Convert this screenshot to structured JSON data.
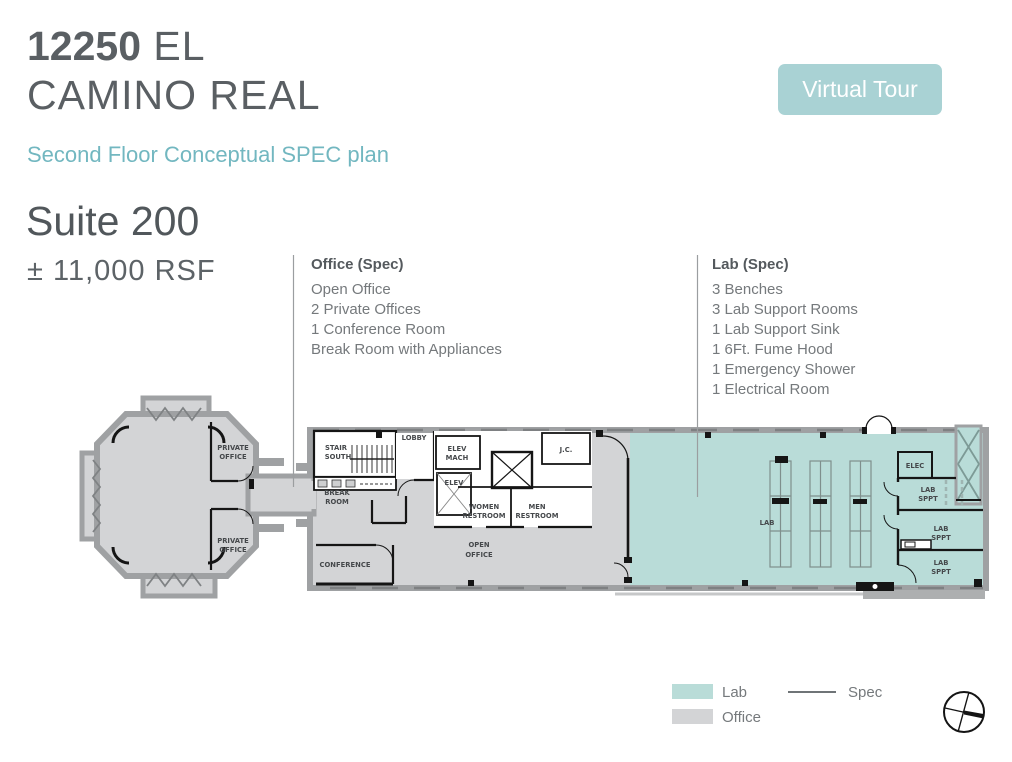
{
  "header": {
    "title_strong": "12250",
    "title_rest_line1": " EL",
    "title_line2": "CAMINO REAL",
    "subtitle": "Second Floor Conceptual SPEC plan",
    "virtual_tour_label": "Virtual Tour"
  },
  "suite": {
    "name": "Suite 200",
    "size": "± 11,000 RSF"
  },
  "office_spec": {
    "heading": "Office (Spec)",
    "items": [
      "Open Office",
      "2 Private Offices",
      "1 Conference Room",
      "Break Room with Appliances"
    ]
  },
  "lab_spec": {
    "heading": "Lab (Spec)",
    "items": [
      "3 Benches",
      "3 Lab Support Rooms",
      "1 Lab Support Sink",
      "1 6Ft. Fume Hood",
      "1 Emergency Shower",
      "1 Electrical Room"
    ]
  },
  "plan": {
    "labels": {
      "lobby": "LOBBY",
      "stair_l1": "STAIR",
      "stair_l2": "SOUTH",
      "break_l1": "BREAK",
      "break_l2": "ROOM",
      "conference": "CONFERENCE",
      "elev_mach_l1": "ELEV",
      "elev_mach_l2": "MACH",
      "elev": "ELEV",
      "jc": "J.C.",
      "women_l1": "WOMEN",
      "women_l2": "RESTROOM",
      "men_l1": "MEN",
      "men_l2": "RESTROOM",
      "open_l1": "OPEN",
      "open_l2": "OFFICE",
      "lab": "LAB",
      "elec": "ELEC",
      "sppt_l1": "LAB",
      "sppt_l2": "SPPT",
      "private_l1": "PRIVATE",
      "private_l2": "OFFICE"
    }
  },
  "legend": {
    "lab_label": "Lab",
    "office_label": "Office",
    "spec_label": "Spec"
  },
  "colors": {
    "lab_fill": "#b9dcd8",
    "office_fill": "#d3d4d6",
    "accent_teal": "#72b7c0",
    "button_bg": "#a9d2d4"
  }
}
